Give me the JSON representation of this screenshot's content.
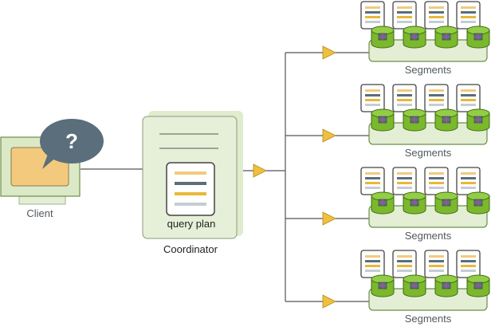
{
  "labels": {
    "client": "Client",
    "coordinator": "Coordinator",
    "query_plan": "query plan",
    "question_mark": "?",
    "segments": [
      "Segments",
      "Segments",
      "Segments",
      "Segments"
    ]
  },
  "colors": {
    "panel_green": "#e3eed4",
    "disk_green": "#7bb82c",
    "disk_green_dark": "#3f6b13",
    "bubble_gray": "#5a6e7c",
    "client_yellow": "#f3ca7d",
    "arrow_yellow": "#f0bf3e",
    "line_gray": "#555555",
    "stripe_colors": [
      "#f3ca7d",
      "#5a6e7c",
      "#e8b83a",
      "#c5ccd3"
    ]
  },
  "icons": {
    "client": "monitor-icon",
    "question": "question-bubble-icon",
    "plan": "document-icon",
    "disk": "database-disk-icon",
    "arrow": "triangle-arrow-icon"
  }
}
